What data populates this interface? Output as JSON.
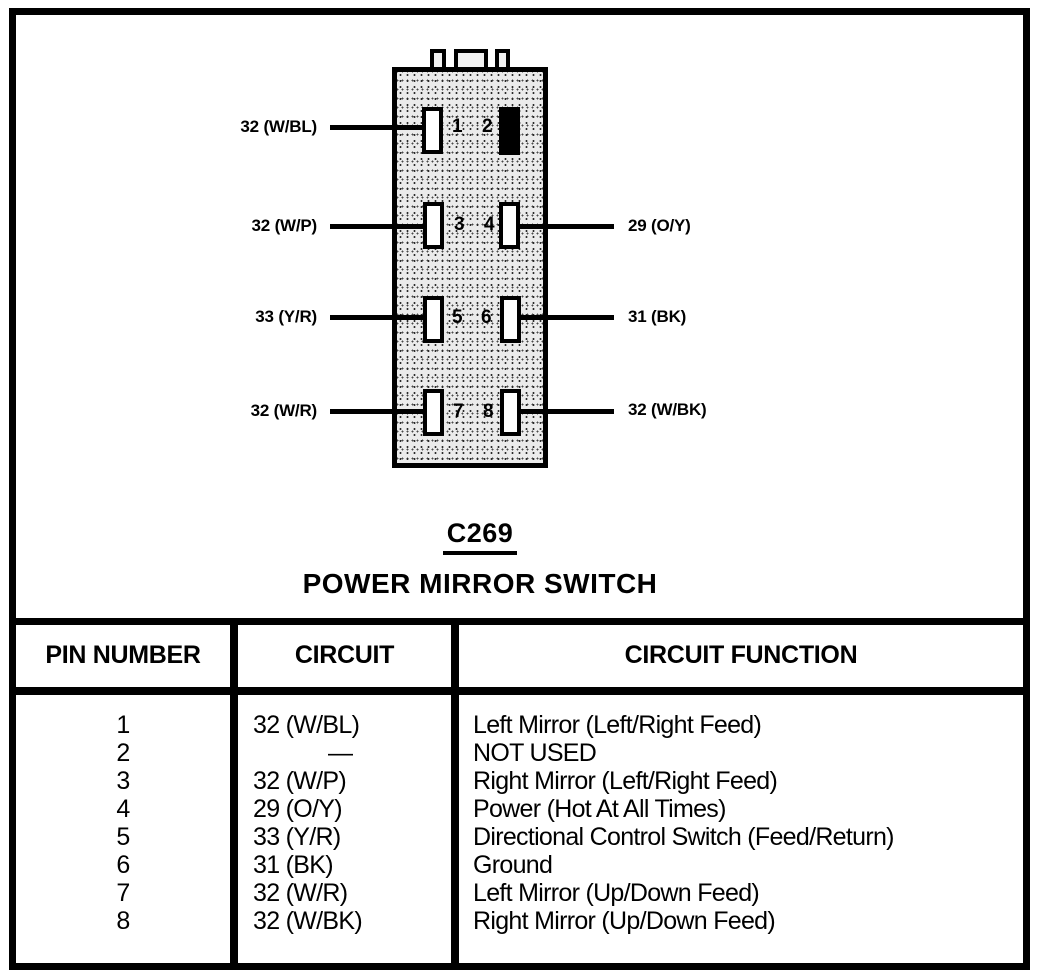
{
  "diagram": {
    "connector_id": "C269",
    "connector_name": "POWER MIRROR SWITCH",
    "pins": [
      {
        "number": "1",
        "wire": "32 (W/BL)",
        "side": "left"
      },
      {
        "number": "2",
        "wire": "",
        "side": "none"
      },
      {
        "number": "3",
        "wire": "32 (W/P)",
        "side": "left"
      },
      {
        "number": "4",
        "wire": "29 (O/Y)",
        "side": "right"
      },
      {
        "number": "5",
        "wire": "33 (Y/R)",
        "side": "left"
      },
      {
        "number": "6",
        "wire": "31 (BK)",
        "side": "right"
      },
      {
        "number": "7",
        "wire": "32 (W/R)",
        "side": "left"
      },
      {
        "number": "8",
        "wire": "32 (W/BK)",
        "side": "right"
      }
    ]
  },
  "table": {
    "headers": [
      "PIN NUMBER",
      "CIRCUIT",
      "CIRCUIT FUNCTION"
    ],
    "rows": [
      {
        "pin": "1",
        "circuit": "32 (W/BL)",
        "function": "Left Mirror (Left/Right Feed)"
      },
      {
        "pin": "2",
        "circuit": "—",
        "function": "NOT USED"
      },
      {
        "pin": "3",
        "circuit": "32 (W/P)",
        "function": "Right Mirror (Left/Right Feed)"
      },
      {
        "pin": "4",
        "circuit": "29 (O/Y)",
        "function": "Power (Hot At All Times)"
      },
      {
        "pin": "5",
        "circuit": "33 (Y/R)",
        "function": "Directional Control Switch (Feed/Return)"
      },
      {
        "pin": "6",
        "circuit": "31 (BK)",
        "function": "Ground"
      },
      {
        "pin": "7",
        "circuit": "32 (W/R)",
        "function": "Left Mirror (Up/Down Feed)"
      },
      {
        "pin": "8",
        "circuit": "32 (W/BK)",
        "function": "Right Mirror (Up/Down Feed)"
      }
    ]
  },
  "colors": {
    "ink": "#000000",
    "paper": "#ffffff",
    "connector_fill": "#ebebeb"
  }
}
